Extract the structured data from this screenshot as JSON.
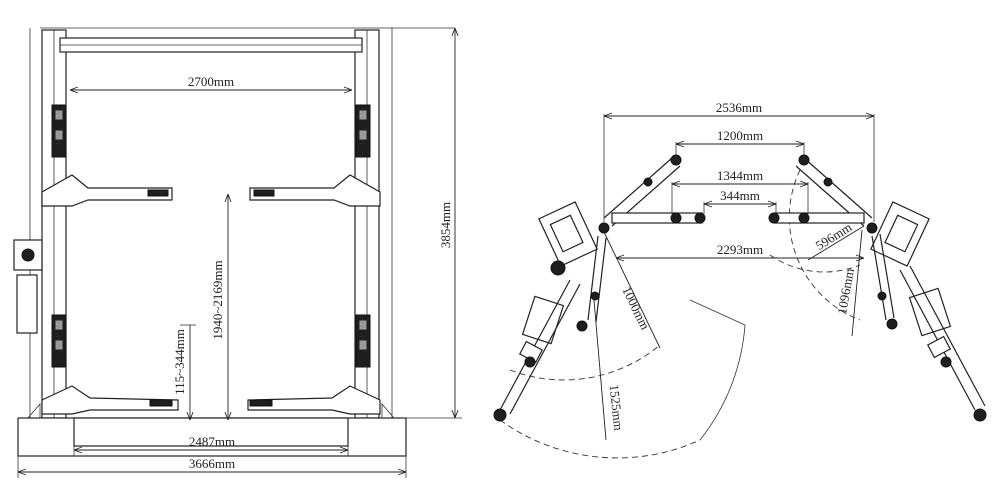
{
  "front_view": {
    "width_between_columns": "2700mm",
    "lift_height_range": "1940~2169mm",
    "min_pad_height": "115~344mm",
    "drive_through_width": "2487mm",
    "overall_width": "3666mm",
    "overall_height": "3854mm"
  },
  "top_view": {
    "overall_arm_span": "2536mm",
    "inner_arm_span": "1200mm",
    "pad_span_long": "1344mm",
    "pad_span_short": "344mm",
    "column_inner_span": "2293mm",
    "short_arm_length": "596mm",
    "short_arm_max": "1096mm",
    "long_arm_length": "1000mm",
    "long_arm_max": "1525mm"
  }
}
